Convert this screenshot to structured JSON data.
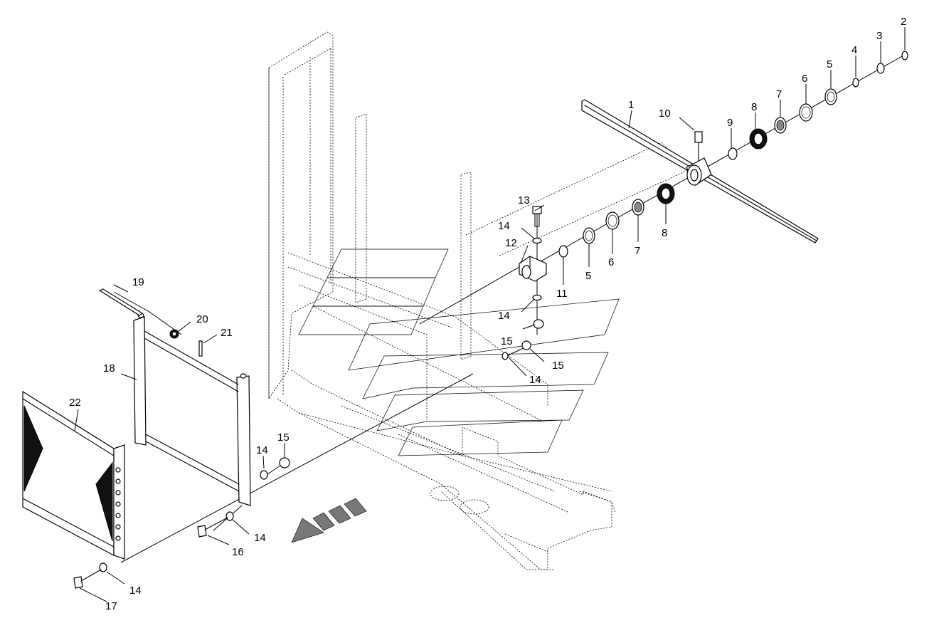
{
  "diagram": {
    "callouts": [
      {
        "id": "c1",
        "label": "1"
      },
      {
        "id": "c2",
        "label": "2"
      },
      {
        "id": "c3",
        "label": "3"
      },
      {
        "id": "c4",
        "label": "4"
      },
      {
        "id": "c5a",
        "label": "5"
      },
      {
        "id": "c6a",
        "label": "6"
      },
      {
        "id": "c7a",
        "label": "7"
      },
      {
        "id": "c8a",
        "label": "8"
      },
      {
        "id": "c9",
        "label": "9"
      },
      {
        "id": "c10",
        "label": "10"
      },
      {
        "id": "c8b",
        "label": "8"
      },
      {
        "id": "c7b",
        "label": "7"
      },
      {
        "id": "c6b",
        "label": "6"
      },
      {
        "id": "c5b",
        "label": "5"
      },
      {
        "id": "c11",
        "label": "11"
      },
      {
        "id": "c12",
        "label": "12"
      },
      {
        "id": "c13",
        "label": "13"
      },
      {
        "id": "c14a",
        "label": "14"
      },
      {
        "id": "c14b",
        "label": "14"
      },
      {
        "id": "c15a",
        "label": "15"
      },
      {
        "id": "c15b",
        "label": "15"
      },
      {
        "id": "c14c",
        "label": "14"
      },
      {
        "id": "c19",
        "label": "19"
      },
      {
        "id": "c20",
        "label": "20"
      },
      {
        "id": "c21",
        "label": "21"
      },
      {
        "id": "c18",
        "label": "18"
      },
      {
        "id": "c22",
        "label": "22"
      },
      {
        "id": "c14d",
        "label": "14"
      },
      {
        "id": "c15c",
        "label": "15"
      },
      {
        "id": "c14e",
        "label": "14"
      },
      {
        "id": "c16",
        "label": "16"
      },
      {
        "id": "c14f",
        "label": "14"
      },
      {
        "id": "c17",
        "label": "17"
      }
    ]
  }
}
